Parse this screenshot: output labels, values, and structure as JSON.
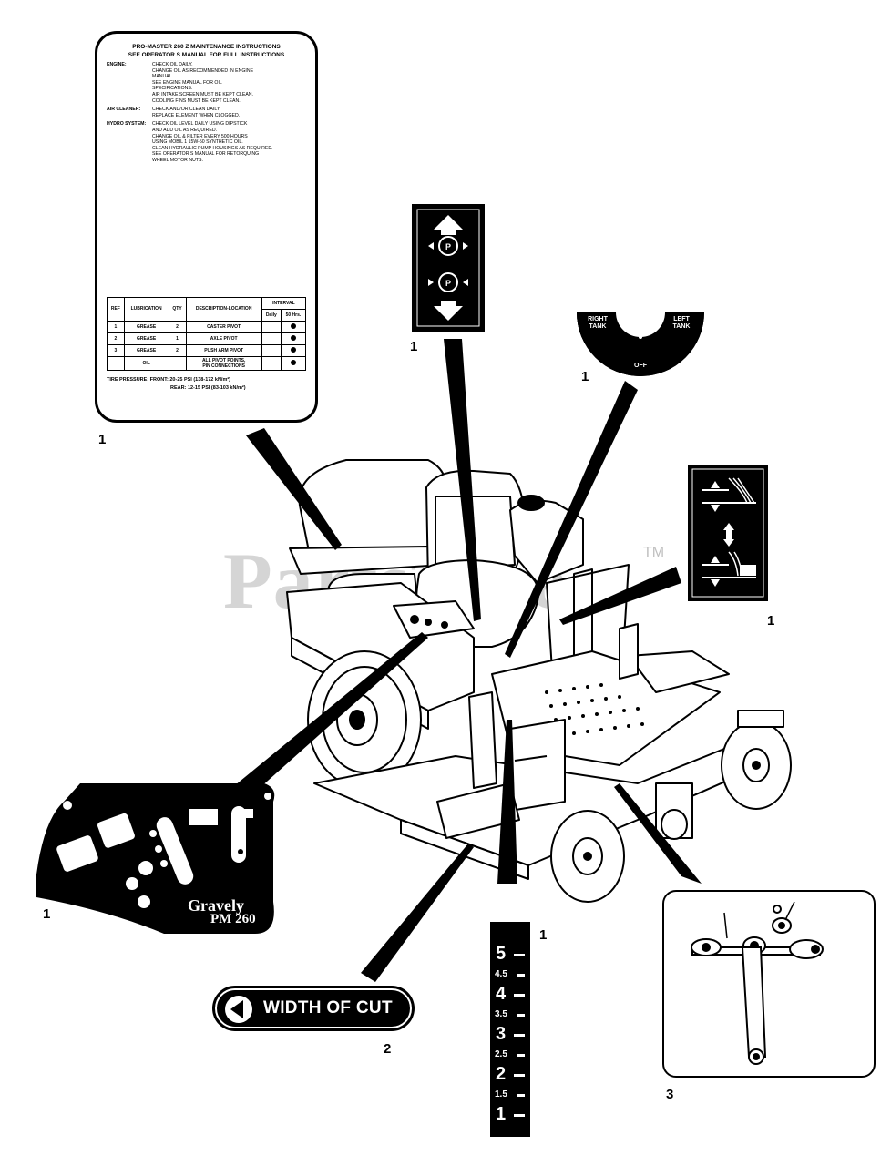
{
  "watermark": {
    "text": "PartsTree",
    "tm": "TM"
  },
  "callouts": {
    "maint_decal": "1",
    "park_decal": "1",
    "tank_decal": "1",
    "height_decal": "1",
    "panel_decal": "1",
    "scale_decal": "1",
    "width_cut_decal": "2",
    "linkage_decal": "3"
  },
  "maintenance_decal": {
    "title": "PRO-MASTER 260 Z MAINTENANCE INSTRUCTIONS",
    "subtitle": "SEE OPERATOR S MANUAL FOR FULL INSTRUCTIONS",
    "sections": [
      {
        "label": "ENGINE:",
        "body": "CHECK OIL DAILY.\nCHANGE OIL AS RECOMMENDED IN ENGINE\n  MANUAL.\nSEE ENGINE MANUAL FOR OIL\n  SPECIFICATIONS.\nAIR INTAKE SCREEN MUST BE KEPT CLEAN.\nCOOLING FINS MUST BE KEPT CLEAN."
      },
      {
        "label": "AIR CLEANER:",
        "body": "CHECK AND/OR CLEAN DAILY.\nREPLACE ELEMENT WHEN CLOGGED."
      },
      {
        "label": "HYDRO SYSTEM:",
        "body": "CHECK OIL LEVEL DAILY USING DIPSTICK\n  AND ADD OIL AS REQUIRED.\nCHANGE OIL & FILTER EVERY 500 HOURS\n  USING MOBIL 1 15W-50 SYNTHETIC OIL.\nCLEAN HYDRAULIC PUMP HOUSINGS AS REQUIRED.\nSEE OPERATOR S MANUAL FOR RETORQUING\n  WHEEL MOTOR NUTS."
      }
    ],
    "table_headers": {
      "ref": "REF",
      "lub": "LUBRICATION",
      "qty": "QTY",
      "desc": "DESCRIPTION-LOCATION",
      "interval": "INTERVAL",
      "daily": "Daily",
      "hrs": "50 Hrs."
    },
    "table_rows": [
      {
        "ref": "1",
        "lub": "GREASE",
        "qty": "2",
        "desc": "CASTER PIVOT"
      },
      {
        "ref": "2",
        "lub": "GREASE",
        "qty": "1",
        "desc": "AXLE PIVOT"
      },
      {
        "ref": "3",
        "lub": "GREASE",
        "qty": "2",
        "desc": "PUSH ARM PIVOT"
      },
      {
        "ref": "",
        "lub": "OIL",
        "qty": "",
        "desc": "ALL PIVOT POINTS,\nPIN CONNECTIONS"
      }
    ],
    "tire_front": "TIRE PRESSURE:  FRONT: 20-25 PSI  (138-172 kN/m²)",
    "tire_rear": "REAR:  12-15 PSI  (83-103 kN/m²)"
  },
  "tank_decal": {
    "right": "RIGHT\nTANK",
    "left": "LEFT\nTANK",
    "off": "OFF"
  },
  "panel_decal": {
    "brand": "Gravely",
    "model": "PM 260"
  },
  "width_of_cut": {
    "text": "WIDTH OF CUT"
  },
  "height_scale": {
    "marks": [
      {
        "label": "5",
        "size": "big"
      },
      {
        "label": "4.5",
        "size": "small"
      },
      {
        "label": "4",
        "size": "big"
      },
      {
        "label": "3.5",
        "size": "small"
      },
      {
        "label": "3",
        "size": "big"
      },
      {
        "label": "2.5",
        "size": "small"
      },
      {
        "label": "2",
        "size": "big"
      },
      {
        "label": "1.5",
        "size": "small"
      },
      {
        "label": "1",
        "size": "big"
      }
    ]
  }
}
